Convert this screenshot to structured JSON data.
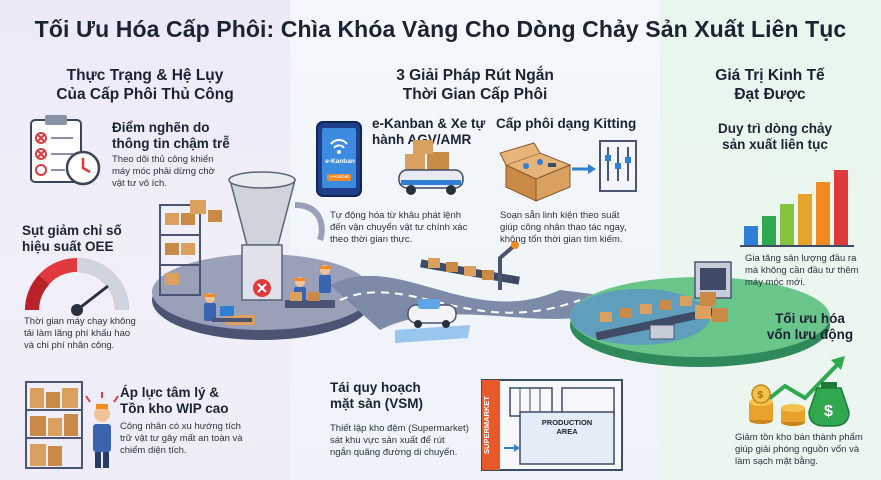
{
  "title": "Tối Ưu Hóa Cấp Phôi: Chìa Khóa Vàng Cho Dòng Chảy Sản Xuất Liên Tục",
  "left": {
    "heading": [
      "Thực Trạng & Hệ Lụy",
      "Của Cấp Phôi Thủ Công"
    ],
    "block1": {
      "title": [
        "Điểm nghẽn do",
        "thông tin chậm trễ"
      ],
      "text": [
        "Theo dõi thủ công khiến",
        "máy móc phải dừng chờ",
        "vật tư vô ích."
      ]
    },
    "block2": {
      "title": [
        "Sụt giảm chỉ số",
        "hiệu suất OEE"
      ],
      "text": [
        "Thời gian máy chạy không",
        "tải làm lãng phí khấu hao",
        "và chi phí nhân công."
      ]
    },
    "block3": {
      "title": [
        "Áp lực tâm lý &",
        "Tồn kho WIP cao"
      ],
      "text": [
        "Công nhân có xu hướng tích",
        "trữ vật tư gây mất an toàn và",
        "chiếm diện tích."
      ]
    }
  },
  "middle": {
    "heading": [
      "3 Giải Pháp Rút Ngắn",
      "Thời Gian Cấp Phôi"
    ],
    "ekanban": {
      "title": [
        "e-Kanban & Xe tự",
        "hành AGV/AMR"
      ],
      "text": [
        "Tự động hóa từ khâu phát lệnh",
        "đến vận chuyển vật tư chính xác",
        "theo thời gian thực."
      ],
      "tablet_label": "e-Kanban",
      "tablet_sub": "e-Kanban"
    },
    "kitting": {
      "title": [
        "Cấp phôi dạng Kitting"
      ],
      "text": [
        "Soạn sẵn linh kiện theo suất",
        "giúp công nhân thao tác ngay,",
        "không tốn thời gian tìm kiếm."
      ]
    },
    "vsm": {
      "title": [
        "Tái quy hoạch",
        "mặt sàn (VSM)"
      ],
      "text": [
        "Thiết lập kho đệm (Supermarket)",
        "sát khu vực sản xuất để rút",
        "ngắn quãng đường di chuyển."
      ],
      "supermarket_label": "SUPERMARKET",
      "production_label": [
        "PRODUCTION",
        "AREA"
      ]
    }
  },
  "right": {
    "heading": [
      "Giá Trị Kinh Tế",
      "Đạt Được"
    ],
    "block1": {
      "title": [
        "Duy trì dòng chảy",
        "sản xuất liên tục"
      ],
      "text": [
        "Gia tăng sản lượng đầu ra",
        "mà không cần đầu tư thêm",
        "máy móc mới."
      ]
    },
    "block2": {
      "title": [
        "Tối ưu hóa",
        "vốn lưu động"
      ],
      "text": [
        "Giảm tồn kho bán thành phẩm",
        "giúp giải phóng nguồn vốn và",
        "làm sạch mặt bằng."
      ]
    }
  },
  "colors": {
    "red": "#e0393e",
    "orange": "#f08a24",
    "blue": "#2f7fd6",
    "green": "#2fa84f",
    "gold": "#e7a22b",
    "dark": "#1a2233"
  }
}
